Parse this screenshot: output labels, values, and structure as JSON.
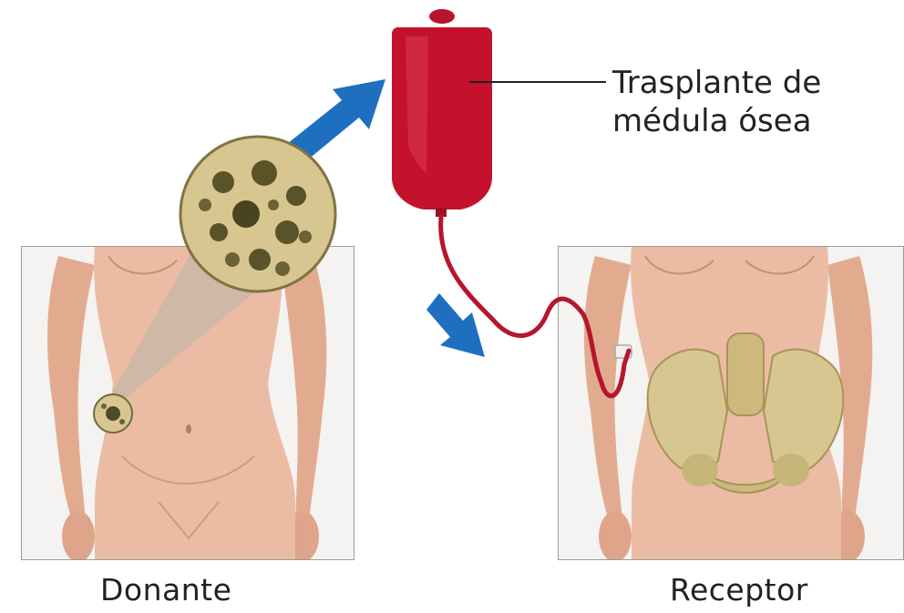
{
  "labels": {
    "bag_line1": "Trasplante de",
    "bag_line2": "médula ósea",
    "donor": "Donante",
    "recipient": "Receptor"
  },
  "colors": {
    "skin": "#e9b9a0",
    "skin_shadow": "#c98e72",
    "bag_red": "#c4122c",
    "arrow_blue": "#1f6fc0",
    "bone": "#d8c690",
    "panel_border": "#9a9a9a"
  },
  "icons": [
    "arrow-up-right-icon",
    "arrow-down-right-icon"
  ]
}
